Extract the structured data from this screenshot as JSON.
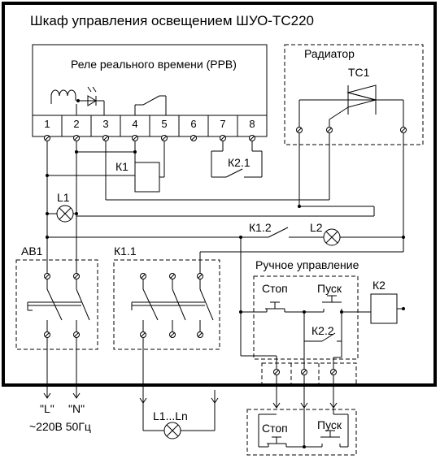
{
  "title": "Шкаф управления освещением  ШУО-ТС220",
  "relay": {
    "label": "Реле реального времени (РРВ)",
    "terminals": [
      "1",
      "2",
      "3",
      "4",
      "5",
      "6",
      "7",
      "8"
    ]
  },
  "radiator": {
    "label": "Радиатор",
    "triac": "ТС1"
  },
  "components": {
    "k1_coil": "К1",
    "k21_contact": "К2.1",
    "l1_lamp": "L1",
    "ab1": "АВ1",
    "k11": "К1.1",
    "k12_contact": "К1.2",
    "l2_lamp": "L2",
    "k2_coil": "К2",
    "k22_contact": "К2.2"
  },
  "manual": {
    "label": "Ручное управление",
    "stop": "Стоп",
    "start": "Пуск"
  },
  "remote": {
    "stop": "Стоп",
    "start": "Пуск"
  },
  "supply": {
    "phase": "\"L\"",
    "neutral": "\"N\"",
    "voltage": "~220В 50Гц"
  },
  "load": {
    "label": "L1...Ln"
  }
}
